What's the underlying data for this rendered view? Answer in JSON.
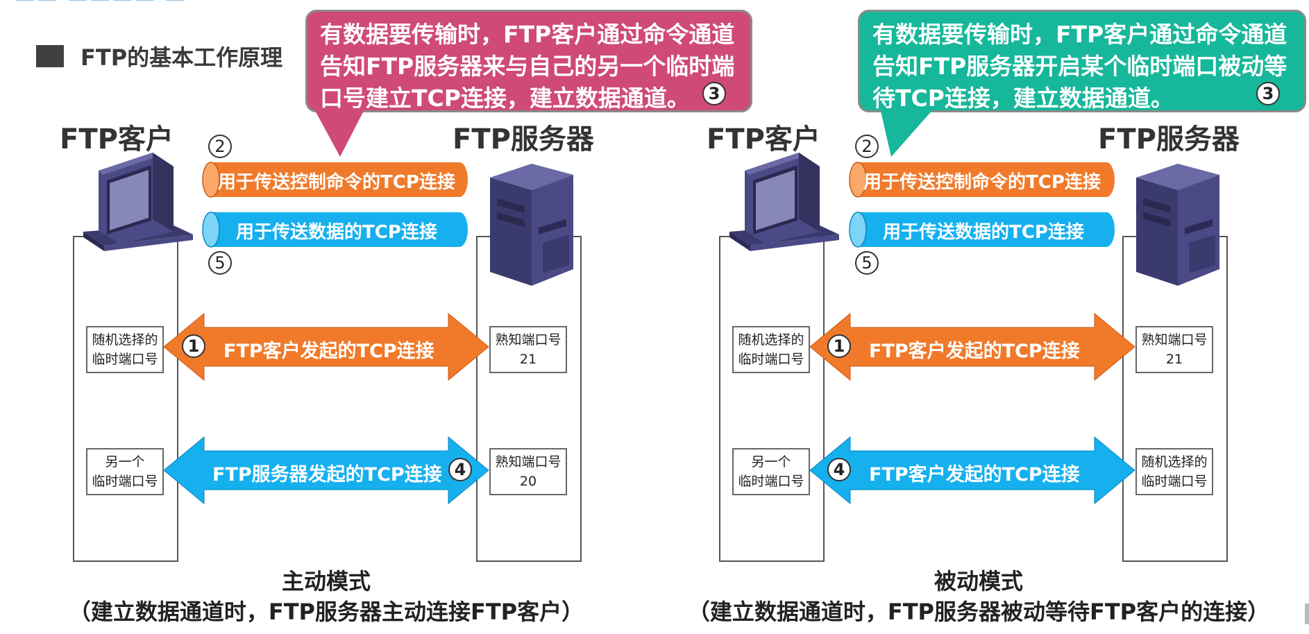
{
  "section": {
    "title": "FTP的基本工作原理"
  },
  "active": {
    "client_title": "FTP客户",
    "server_title": "FTP服务器",
    "callout_lines": [
      "有数据要传输时，FTP客户通过命令通道",
      "告知FTP服务器来与自己的另一个临时端",
      "口号建立TCP连接，建立数据通道。"
    ],
    "callout_step": "3",
    "control_pipe": {
      "step": "2",
      "label": "用于传送控制命令的TCP连接"
    },
    "data_pipe": {
      "step": "5",
      "label": "用于传送数据的TCP连接"
    },
    "client_port1": [
      "随机选择的",
      "临时端口号"
    ],
    "server_port1": [
      "熟知端口号",
      "21"
    ],
    "arrow1": {
      "step": "1",
      "label": "FTP客户发起的TCP连接"
    },
    "client_port2": [
      "另一个",
      "临时端口号"
    ],
    "server_port2": [
      "熟知端口号",
      "20"
    ],
    "arrow2": {
      "step": "4",
      "label": "FTP服务器发起的TCP连接"
    },
    "caption_title": "主动模式",
    "caption_sub": "（建立数据通道时，FTP服务器主动连接FTP客户）"
  },
  "passive": {
    "client_title": "FTP客户",
    "server_title": "FTP服务器",
    "callout_lines": [
      "有数据要传输时，FTP客户通过命令通道",
      "告知FTP服务器开启某个临时端口被动等",
      "待TCP连接，建立数据通道。"
    ],
    "callout_step": "3",
    "control_pipe": {
      "step": "2",
      "label": "用于传送控制命令的TCP连接"
    },
    "data_pipe": {
      "step": "5",
      "label": "用于传送数据的TCP连接"
    },
    "client_port1": [
      "随机选择的",
      "临时端口号"
    ],
    "server_port1": [
      "熟知端口号",
      "21"
    ],
    "arrow1": {
      "step": "1",
      "label": "FTP客户发起的TCP连接"
    },
    "client_port2": [
      "另一个",
      "临时端口号"
    ],
    "server_port2": [
      "随机选择的",
      "临时端口号"
    ],
    "arrow2": {
      "step": "4",
      "label": "FTP客户发起的TCP连接"
    },
    "caption_title": "被动模式",
    "caption_sub": "（建立数据通道时，FTP服务器被动等待FTP客户的连接）"
  },
  "colors": {
    "orange": "#f07a2a",
    "blue": "#16b0ee",
    "pink_callout": "#cf4a78",
    "green_callout": "#16b79a",
    "computer": "#4b4a86"
  },
  "icons": [
    "desktop-computer-icon",
    "server-tower-icon"
  ]
}
